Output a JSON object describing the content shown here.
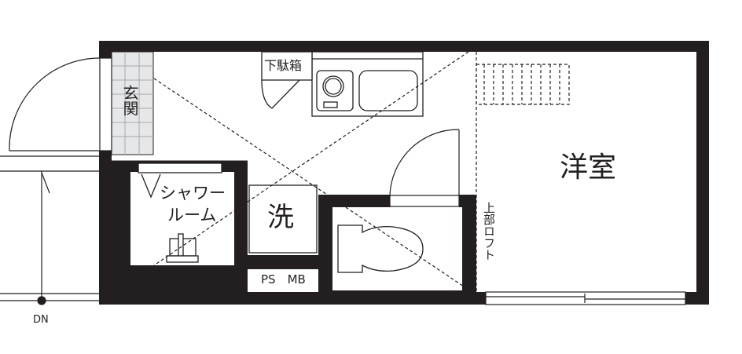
{
  "plan": {
    "wall_color": "#231f20",
    "tile_color": "#e6e7e8",
    "tile_grid_color": "#a7a9ac",
    "background": "#ffffff"
  },
  "rooms": {
    "entrance": "玄関",
    "shoe_box": "下駄箱",
    "shower_room_line1": "シャワー",
    "shower_room_line2": "ルーム",
    "washer": "洗",
    "ps_mb": "PS　MB",
    "western_room": "洋室",
    "loft": "上部ロフト"
  },
  "stairs": {
    "direction_label": "DN"
  }
}
